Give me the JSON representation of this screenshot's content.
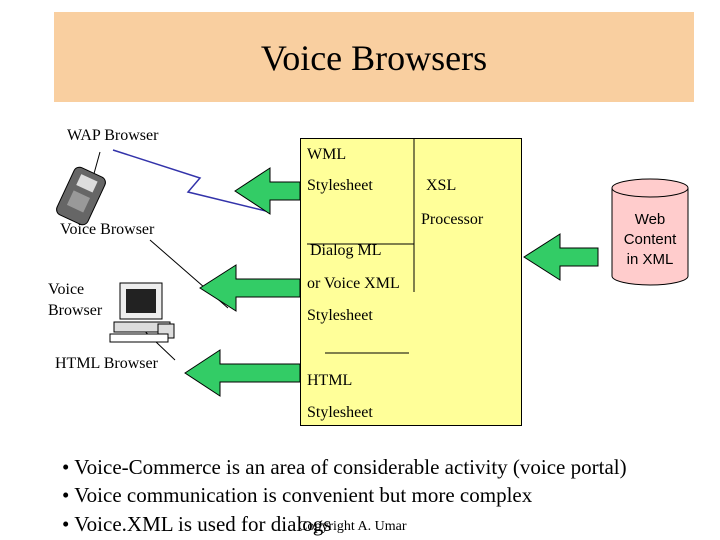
{
  "title": "Voice Browsers",
  "left_labels": {
    "wap_browser": "WAP Browser",
    "voice_browser_top": "Voice Browser",
    "voice_browser_mid_line1": "Voice",
    "voice_browser_mid_line2": "Browser",
    "html_browser": "HTML Browser"
  },
  "processor_box": {
    "wml": "WML",
    "stylesheet_1": "Stylesheet",
    "xsl": "XSL",
    "processor": "Processor",
    "dialog_ml": "Dialog ML",
    "or_voice_xml": "or Voice XML",
    "stylesheet_2": "Stylesheet",
    "html": "HTML",
    "stylesheet_3": "Stylesheet"
  },
  "web_content": {
    "line1": "Web",
    "line2": "Content",
    "line3": "in XML"
  },
  "bullets": [
    "• Voice-Commerce is an area of considerable activity (voice portal)",
    "• Voice communication is convenient but more complex",
    "• Voice.XML is used for dialogs"
  ],
  "copyright": "Copyright A. Umar",
  "colors": {
    "banner": "#f9cfa0",
    "processor_box": "#ffff99",
    "arrow_fill": "#33cc66",
    "cylinder": "#ffcccc",
    "lightning": "#3333aa"
  },
  "icons": [
    "cell-phone-icon",
    "desktop-computer-icon",
    "database-cylinder-icon",
    "lightning-bolt-icon"
  ]
}
